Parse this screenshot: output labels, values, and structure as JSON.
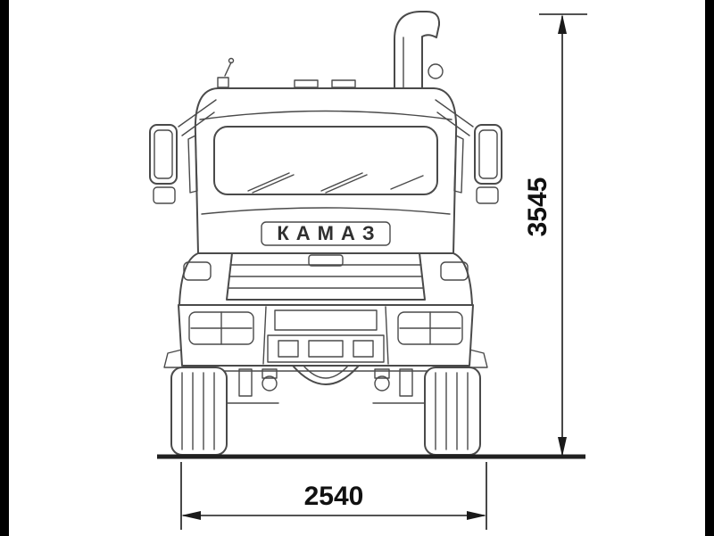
{
  "diagram": {
    "brand_badge": "КАМАЗ",
    "dimensions": {
      "height_mm": "3545",
      "width_mm": "2540"
    }
  },
  "colors": {
    "background": "#ffffff",
    "line": "#4a4a4a",
    "dimension": "#1a1a1a",
    "text": "#111111",
    "edge_bar": "#000000"
  }
}
